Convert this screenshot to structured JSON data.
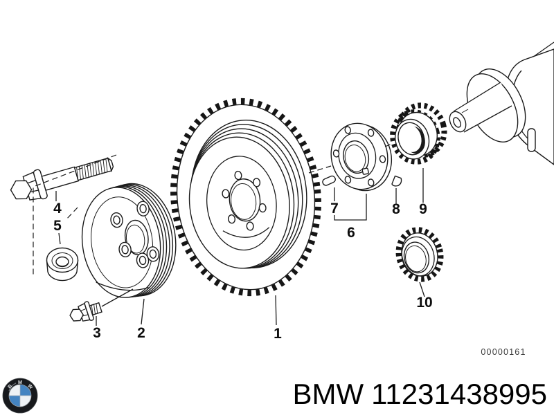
{
  "diagram": {
    "doc_number": "00000161",
    "callouts": [
      {
        "label": "1"
      },
      {
        "label": "2"
      },
      {
        "label": "3"
      },
      {
        "label": "4"
      },
      {
        "label": "5"
      },
      {
        "label": "6"
      },
      {
        "label": "7"
      },
      {
        "label": "8"
      },
      {
        "label": "9"
      },
      {
        "label": "10"
      }
    ]
  },
  "footer": {
    "brand": "BMW",
    "part_number": "11231438995",
    "logo_letters": [
      "B",
      "M",
      "W"
    ],
    "logo_colors": {
      "dark": "#17191c",
      "blue": "#4484c1",
      "light": "#eef2f5"
    }
  }
}
